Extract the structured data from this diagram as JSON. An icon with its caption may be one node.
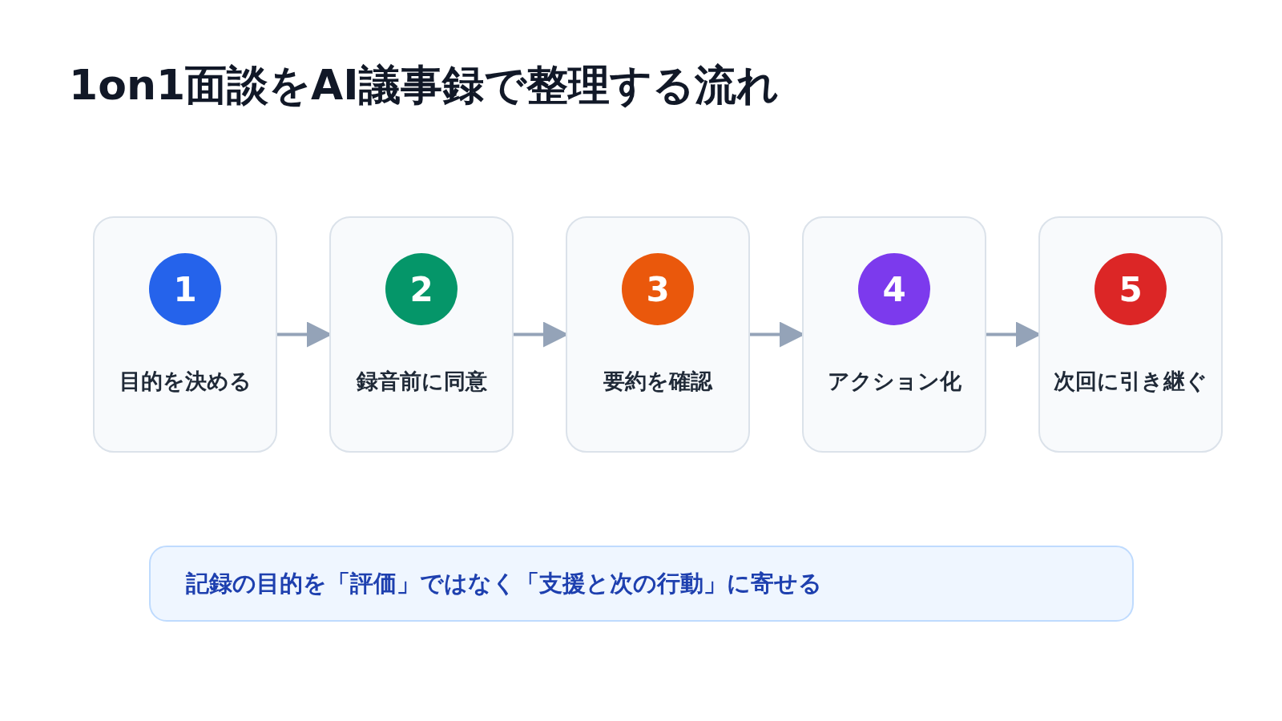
{
  "diagram": {
    "title": "1on1面談をAI議事録で整理する流れ",
    "nodes": [
      {
        "text": [
          "1",
          "目的を決める"
        ]
      },
      {
        "text": [
          "2",
          "録音前に同意"
        ]
      },
      {
        "text": [
          "3",
          "要約を確認"
        ]
      },
      {
        "text": [
          "4",
          "アクション化"
        ]
      },
      {
        "text": [
          "5",
          "次回に引き継ぐ"
        ]
      },
      {
        "text": [
          "記録の目的を「評価」ではなく「支援と次の行動」に寄せる"
        ]
      }
    ],
    "edges": [
      {
        "from": 0,
        "to": 1,
        "arrow": "to"
      },
      {
        "from": 1,
        "to": 2,
        "arrow": "to"
      },
      {
        "from": 2,
        "to": 3,
        "arrow": "to"
      },
      {
        "from": 3,
        "to": 4,
        "arrow": "to"
      }
    ]
  }
}
